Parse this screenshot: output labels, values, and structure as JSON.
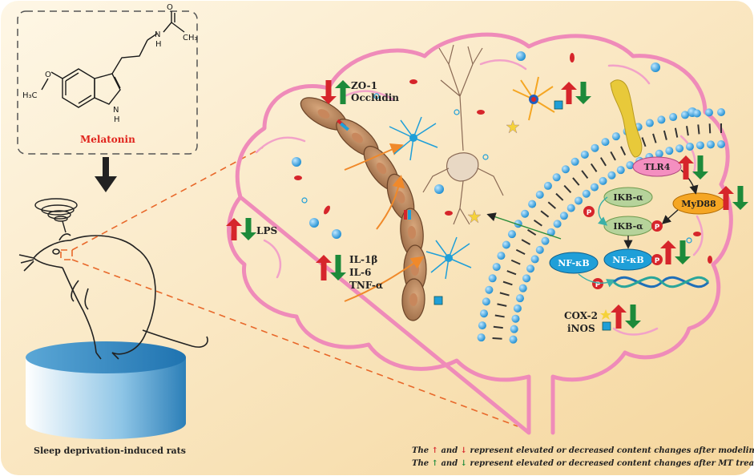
{
  "molecule": {
    "name": "Melatonin",
    "atoms": {
      "n_amide": "N",
      "h_amide": "H",
      "o_carbonyl": "O",
      "methyl_ac": "CH₃",
      "o_methoxy": "O",
      "methyl_o": "H₃C",
      "n_indole": "N",
      "h_indole": "H"
    }
  },
  "animal_label": "Sleep deprivation-induced rats",
  "labels": {
    "zo1": "ZO-1",
    "occludin": "Occludin",
    "lps": "LPS",
    "il1b": "IL-1β",
    "il6": "IL-6",
    "tnfa": "TNF-α",
    "tlr4": "TLR4",
    "myd88": "MyD88",
    "ikba_1": "IKB-α",
    "ikba_2": "IKB-α",
    "nfkb_1": "NF-κB",
    "nfkb_2": "NF-κB",
    "cox2": "COX-2",
    "inos": "iNOS",
    "p": "P"
  },
  "legend": {
    "line1_a": "The",
    "line1_b": "and",
    "line1_c": "represent elevated or decreased content changes after modeling.",
    "line2_a": "The",
    "line2_b": "and",
    "line2_c": "represent elevated or decreased content changes after MT treatment."
  },
  "colors": {
    "background_gradient": [
      "#fdf3dc",
      "#f6d9a2"
    ],
    "brain_outline": "#ef8bb9",
    "arrow_up_model": "#d6252b",
    "arrow_down_treat": "#1d8a3a",
    "melatonin_text": "#e0231c",
    "node_blue": "#1f9fd8",
    "node_pink": "#f48fc0",
    "node_orange": "#f5a623",
    "node_green": "#b6d39b",
    "dashed_line": "#e8682a"
  }
}
